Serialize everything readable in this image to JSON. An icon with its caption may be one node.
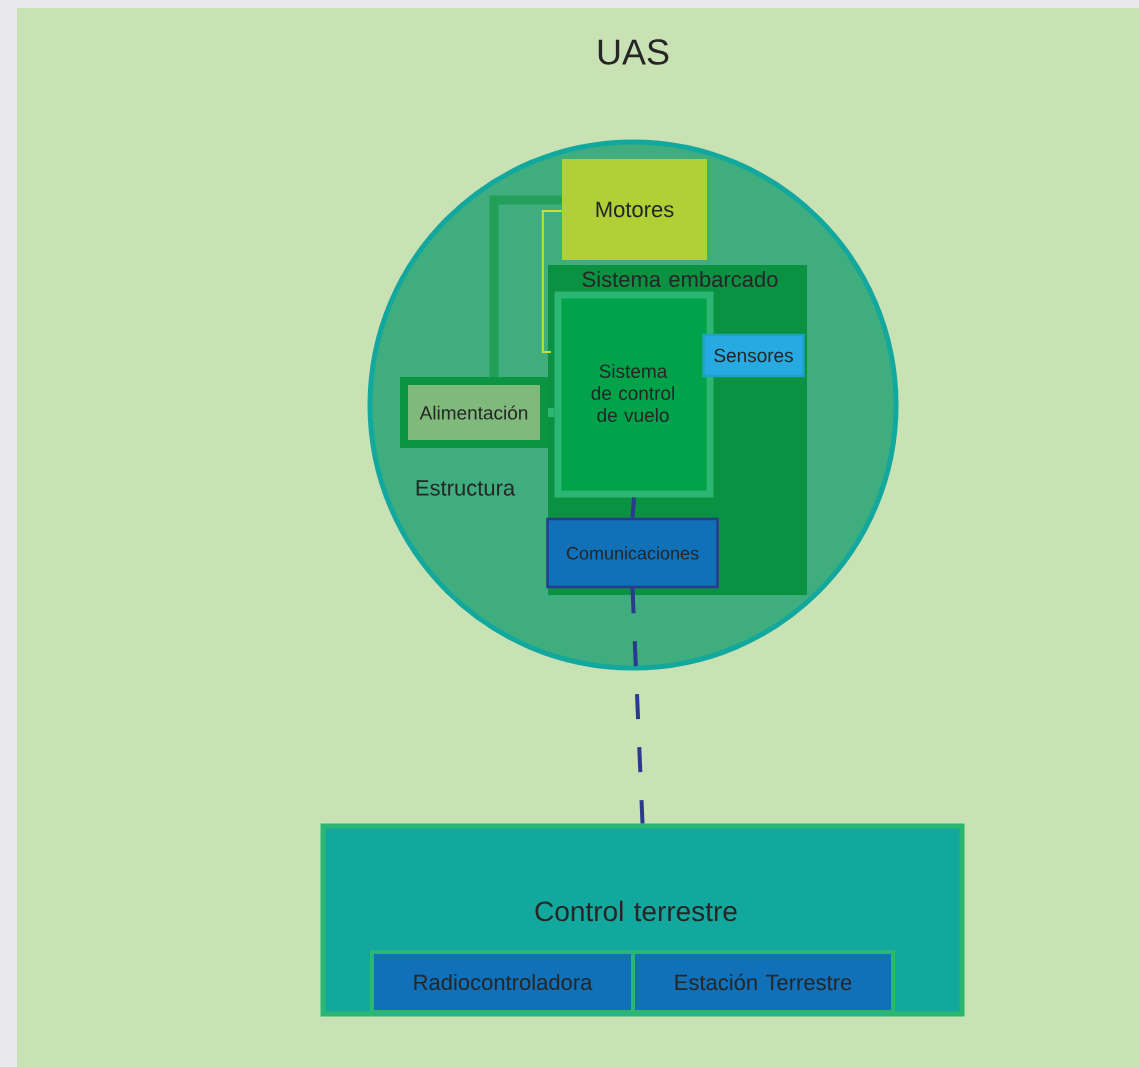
{
  "diagram": {
    "title": "UAS",
    "nodes": [
      {
        "text": [
          "Estructura"
        ]
      },
      {
        "text": [
          "Motores"
        ],
        "in": 0
      },
      {
        "text": [
          "Sistema embarcado"
        ],
        "in": 0
      },
      {
        "text": [
          "Sistema de control de vuelo"
        ],
        "in": 2
      },
      {
        "text": [
          "Sensores"
        ],
        "in": 2
      },
      {
        "text": [
          "Comunicaciones"
        ],
        "in": 2
      },
      {
        "text": [
          "Alimentación"
        ],
        "in": 0
      },
      {
        "text": [
          "Control terrestre"
        ]
      },
      {
        "text": [
          "Radiocontroladora"
        ],
        "in": 7
      },
      {
        "text": [
          "Estación Terrestre"
        ],
        "in": 7
      }
    ],
    "edges": [
      {
        "from": 6,
        "to": 1,
        "arrow": "none",
        "style": "thick",
        "color": "#22a05a"
      },
      {
        "from": 1,
        "to": 3,
        "arrow": "none",
        "color": "#c8e03a"
      },
      {
        "from": 6,
        "to": 3,
        "arrow": "none",
        "style": "thick",
        "color": "#2bb673"
      },
      {
        "from": 3,
        "to": 5,
        "arrow": "none",
        "color": "#2b3990"
      },
      {
        "from": 5,
        "to": 7,
        "arrow": "none",
        "style": "dashed",
        "color": "#2b3990"
      }
    ]
  }
}
